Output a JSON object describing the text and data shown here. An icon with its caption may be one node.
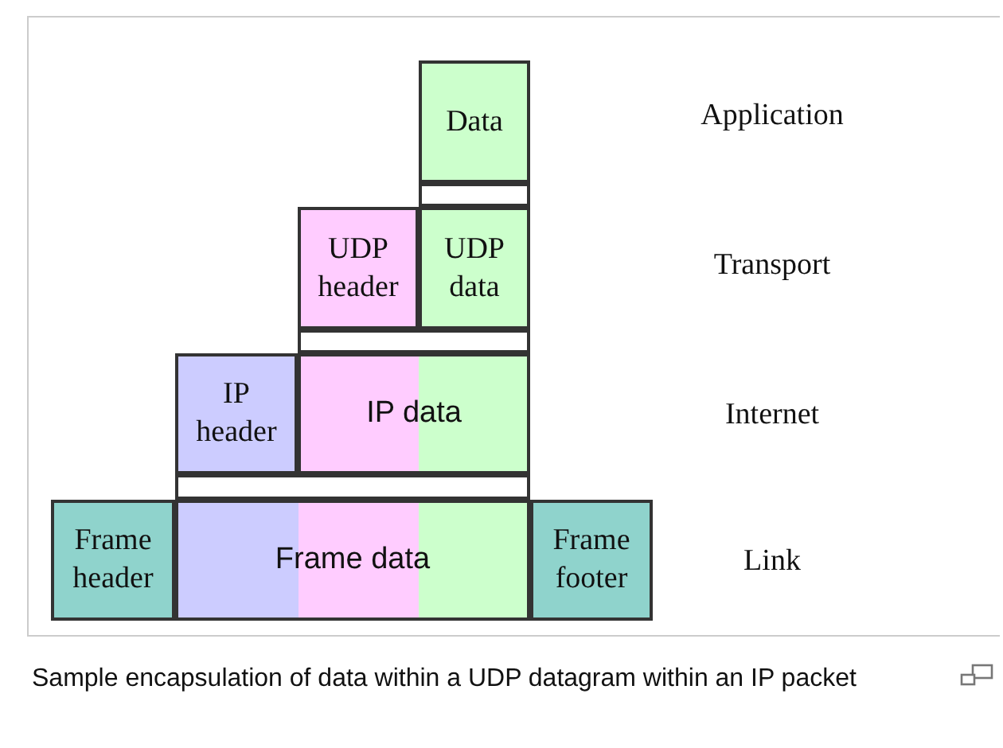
{
  "diagram": {
    "caption": "Sample encapsulation of data within a UDP datagram within an IP packet",
    "nodes": [
      {
        "text": [
          "Data"
        ]
      },
      {
        "text": [],
        "shape": "box"
      },
      {
        "text": [
          "UDP header"
        ]
      },
      {
        "text": [
          "UDP data"
        ]
      },
      {
        "text": [],
        "shape": "box"
      },
      {
        "text": [
          "IP header"
        ]
      },
      {
        "text": [
          "IP data"
        ]
      },
      {
        "text": [],
        "shape": "box"
      },
      {
        "text": [
          "Frame header"
        ]
      },
      {
        "text": [
          "Frame data"
        ]
      },
      {
        "text": [
          "Frame footer"
        ]
      }
    ],
    "edges": [],
    "labels": [
      "Application",
      "Transport",
      "Internet",
      "Link"
    ]
  }
}
